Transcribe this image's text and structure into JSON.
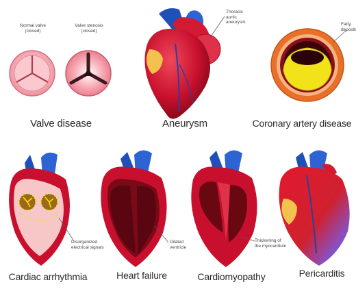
{
  "diseases": [
    {
      "id": "valve",
      "label": "Valve disease",
      "notes": [
        {
          "text": "Normal valve\n(closed)"
        },
        {
          "text": "Valve stenosis\n(closed)"
        }
      ]
    },
    {
      "id": "aneurysm",
      "label": "Aneurysm",
      "notes": [
        {
          "text": "Thoracic\naortic\naneurysm"
        }
      ]
    },
    {
      "id": "coronary",
      "label": "Coronary artery disease",
      "notes": [
        {
          "text": "Fatty\ndeposits"
        }
      ]
    },
    {
      "id": "arrhythmia",
      "label": "Cardiac arrhythmia",
      "notes": [
        {
          "text": "Disorganized\nelectrical signals"
        }
      ]
    },
    {
      "id": "heart_failure",
      "label": "Heart failure",
      "notes": [
        {
          "text": "Dilated\nventricle"
        }
      ]
    },
    {
      "id": "cardiomyopathy",
      "label": "Cardiomyopathy",
      "notes": [
        {
          "text": "Thickening of\nthe myocardium"
        }
      ]
    },
    {
      "id": "pericarditis",
      "label": "Pericarditis",
      "notes": []
    }
  ],
  "colors": {
    "heart_red": "#c8102e",
    "heart_dark": "#8b0a1a",
    "vessel_blue": "#1f4fb8",
    "valve_pink": "#f4b6bf",
    "plaque_yellow": "#f2e21a",
    "artery_orange": "#e8702a",
    "inner_pink": "#f7c7c7"
  }
}
